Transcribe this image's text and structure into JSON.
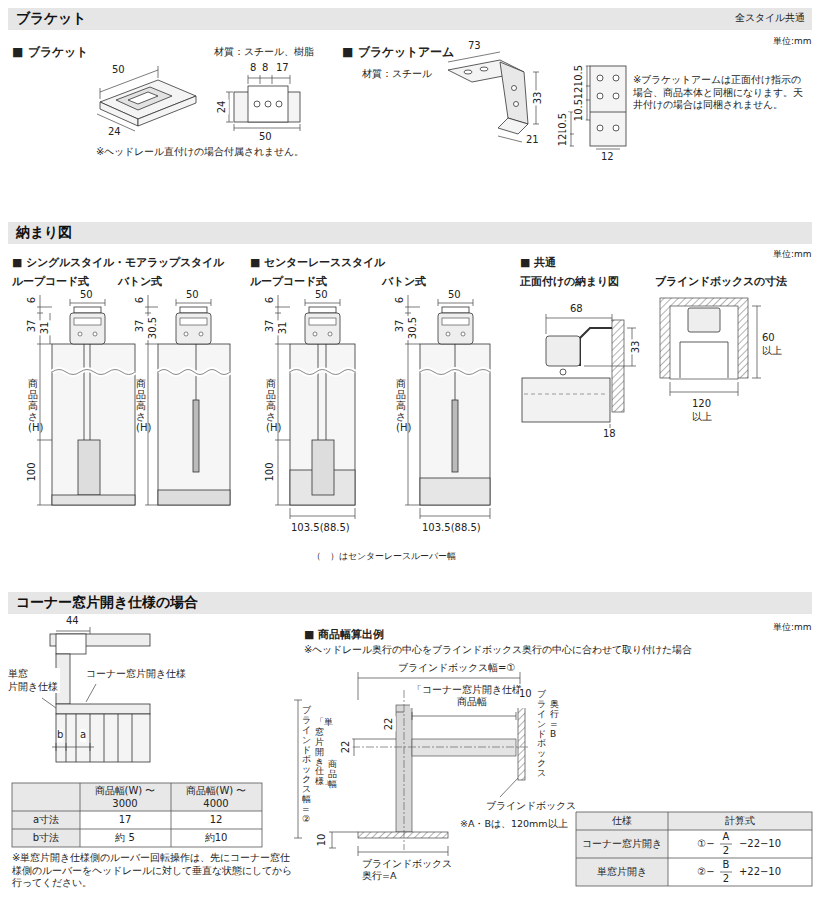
{
  "diagram": {
    "nodes": [
      {
        "text": [
          "ブラケット"
        ]
      },
      {
        "text": [
          "納まり図"
        ]
      },
      {
        "text": [
          "コーナー窓片開き仕様の場合"
        ]
      }
    ],
    "labels": [
      "全スタイル共通",
      "単位:mm",
      "■ ブラケット",
      "材質：スチール、樹脂",
      "50",
      "24",
      "8",
      "8",
      "17",
      "24",
      "50",
      "※ヘッドレール直付けの場合付属されません。",
      "■ ブラケットアーム",
      "材質：スチール",
      "73",
      "33",
      "21",
      "10.5",
      "12",
      "10.5",
      "10.5",
      "12",
      "12",
      "※ブラケットアームは正面付け指示の場合、商品本体と同梱になります。天井付けの場合は同梱されません。",
      "単位:mm",
      "■ シングルスタイル・モアラップスタイル",
      "ループコード式",
      "バトン式",
      "■ センターレーススタイル",
      "ループコード式",
      "バトン式",
      "■ 共通",
      "正面付けの納まり図",
      "ブラインドボックスの寸法",
      "50",
      "6",
      "37",
      "31",
      "商品高さ(H)",
      "100",
      "50",
      "6",
      "37",
      "30.5",
      "商品高さ(H)",
      "50",
      "6",
      "37",
      "31",
      "商品高さ(H)",
      "100",
      "103.5(88.5)",
      "50",
      "6",
      "37",
      "30.5",
      "商品高さ(H)",
      "103.5(88.5)",
      "（　）はセンターレースルーバー幅",
      "68",
      "33",
      "18",
      "60 以上",
      "120 以上",
      "単位:mm",
      "44",
      "単窓 片開き仕様",
      "コーナー窓片開き仕様",
      "b",
      "a",
      "商品幅(W) 〜3000",
      "商品幅(W) 〜4000",
      "a寸法",
      "17",
      "12",
      "b寸法",
      "約 5",
      "約10",
      "※単窓片開き仕様側のルーバー回転操作は、先にコーナー窓仕様側のルーバーをヘッドレールに対して垂直な状態にしてから行ってください。",
      "■ 商品幅算出例",
      "※ヘッドレール奥行の中心をブラインドボックス奥行の中心に合わせて取り付けた場合",
      "ブラインドボックス幅=①",
      "「コーナー窓片開き仕様」 商品幅",
      "22",
      "10",
      "22",
      "ブラインドボックス幅=②",
      "「単窓片開き仕様」",
      "商品幅",
      "ブラインドボックス",
      "奥行=B",
      "ブラインドボックス",
      "※A・Bは、120mm以上",
      "10",
      "ブラインドボックス 奥行=A",
      "仕様",
      "計算式",
      "コーナー窓片開き",
      "①−",
      "A",
      "2",
      "−22−10",
      "単窓片開き",
      "②−",
      "B",
      "2",
      "+22−10"
    ]
  }
}
